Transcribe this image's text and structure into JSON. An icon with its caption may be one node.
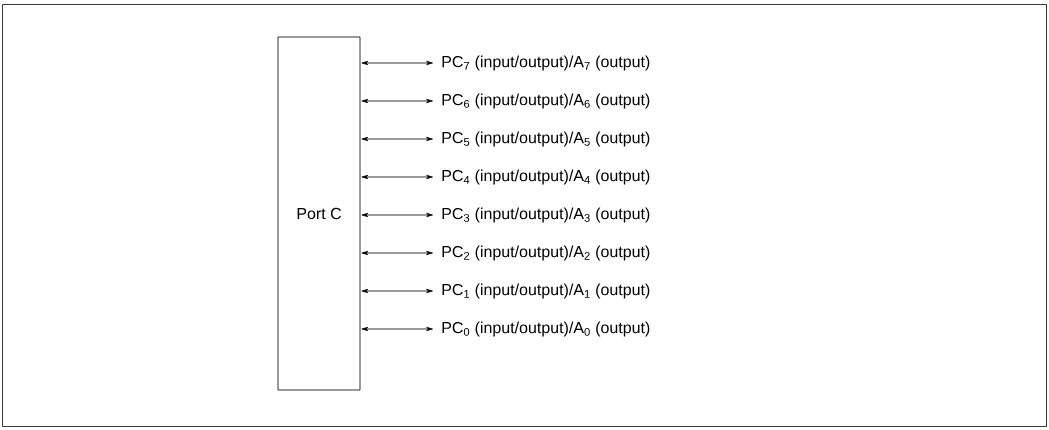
{
  "diagram": {
    "nodes": [
      {
        "text": [
          "Port C"
        ]
      },
      {
        "text": [
          "PC$_{7}$ (input/output)/A$_{7}$ (output)"
        ]
      },
      {
        "text": [
          "PC$_{6}$ (input/output)/A$_{6}$ (output)"
        ]
      },
      {
        "text": [
          "PC$_{5}$ (input/output)/A$_{5}$ (output)"
        ]
      },
      {
        "text": [
          "PC$_{4}$ (input/output)/A$_{4}$ (output)"
        ]
      },
      {
        "text": [
          "PC$_{3}$ (input/output)/A$_{3}$ (output)"
        ]
      },
      {
        "text": [
          "PC$_{2}$ (input/output)/A$_{2}$ (output)"
        ]
      },
      {
        "text": [
          "PC$_{1}$ (input/output)/A$_{1}$ (output)"
        ]
      },
      {
        "text": [
          "PC$_{0}$ (input/output)/A$_{0}$ (output)"
        ]
      }
    ],
    "edges": [
      {
        "from": 0,
        "to": 1,
        "arrow": "both"
      },
      {
        "from": 0,
        "to": 2,
        "arrow": "both"
      },
      {
        "from": 0,
        "to": 3,
        "arrow": "both"
      },
      {
        "from": 0,
        "to": 4,
        "arrow": "both"
      },
      {
        "from": 0,
        "to": 5,
        "arrow": "both"
      },
      {
        "from": 0,
        "to": 6,
        "arrow": "both"
      },
      {
        "from": 0,
        "to": 7,
        "arrow": "both"
      },
      {
        "from": 0,
        "to": 8,
        "arrow": "both"
      }
    ]
  }
}
